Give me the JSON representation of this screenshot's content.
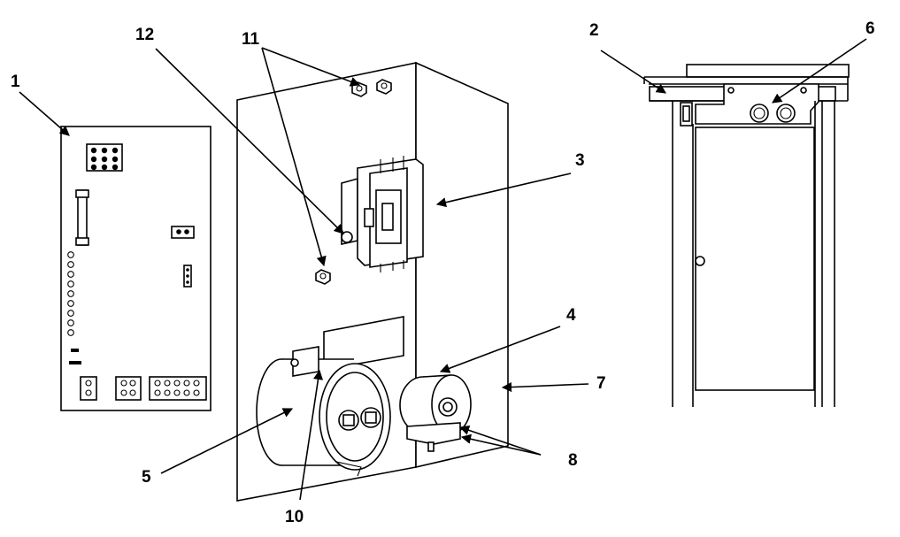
{
  "callouts": {
    "c1": "1",
    "c2": "2",
    "c3": "3",
    "c4": "4",
    "c5": "5",
    "c6": "6",
    "c7": "7",
    "c8": "8",
    "c10": "10",
    "c11": "11",
    "c12": "12"
  },
  "colors": {
    "line": "#000000",
    "background": "#ffffff",
    "shade": "#b8b8b8"
  }
}
